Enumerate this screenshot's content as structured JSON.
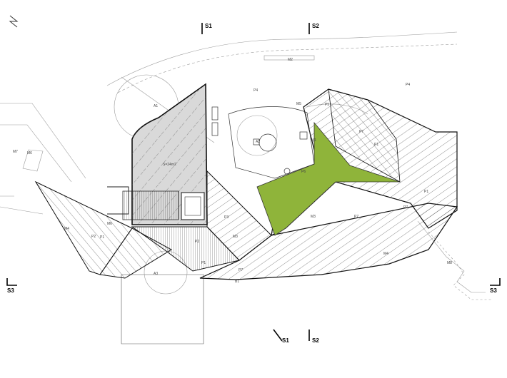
{
  "sections": {
    "s1_top": "S1",
    "s2_top": "S2",
    "s1_bottom": "S1",
    "s2_bottom": "S2",
    "s3_left": "S3",
    "s3_right": "S3"
  },
  "labels": {
    "m2": "M2",
    "p4_top": "P4",
    "p4_right": "P4",
    "a1": "A1",
    "a2": "A2",
    "a3": "A3",
    "m5": "M5",
    "m1": "M1",
    "p5": "P5",
    "p6": "P6",
    "p7_a": "P7",
    "p7_b": "P7",
    "p7_c": "P7",
    "p7_d": "P7",
    "p1_a": "P1",
    "p1_b": "P1",
    "p1_c": "P1",
    "p1_d": "P1",
    "p2_a": "P2",
    "p2_b": "P2",
    "p3": "P3",
    "m3_a": "M3",
    "m3_b": "M3",
    "m4_a": "M4",
    "m4_b": "M4",
    "m6_a": "M6",
    "m6_b": "M6",
    "m7": "M7",
    "m8": "M8",
    "b1": "B1",
    "s_area": "S=24m2"
  },
  "colors": {
    "planting": "#8fb43a",
    "gray_zone": "#d9d9d9",
    "line": "#111111",
    "faint": "#9a9a9a"
  }
}
